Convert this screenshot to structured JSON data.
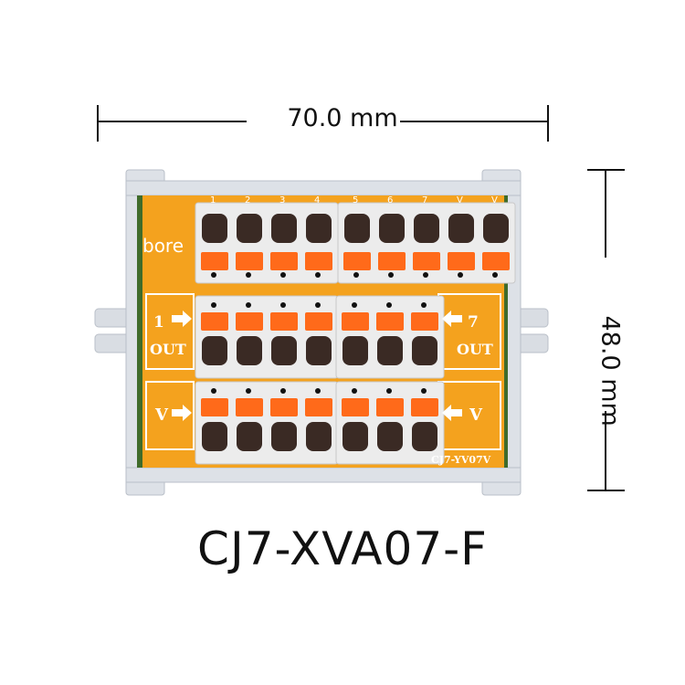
{
  "dimensions": {
    "width_label": "70.0 mm",
    "height_label": "48.0 mm"
  },
  "model_name": "CJ7-XVA07-F",
  "board": {
    "brand": "bore",
    "silkscreen_model": "CJ7-YV07V",
    "top_row_numbers": [
      "1",
      "2",
      "3",
      "4",
      "5",
      "6",
      "7",
      "V",
      "V"
    ],
    "left_out_number": "1",
    "left_out_label": "OUT",
    "right_out_number": "7",
    "right_out_label": "OUT",
    "left_v_label": "V",
    "right_v_label": "V"
  },
  "colors": {
    "pcb": "#f4a21e",
    "lever": "#ff6a1a",
    "housing": "#ececec",
    "rail": "#d9dde3"
  }
}
